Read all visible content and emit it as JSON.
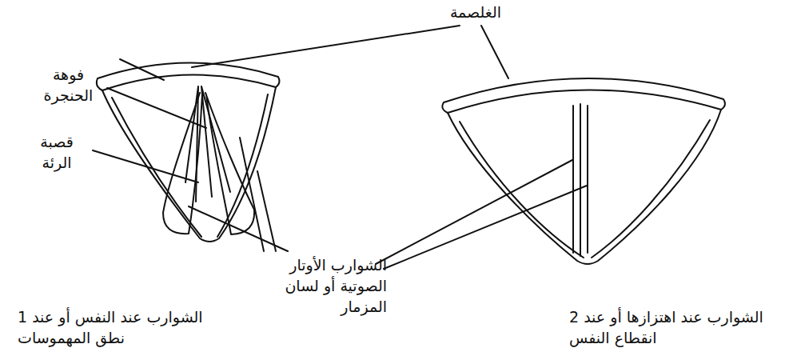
{
  "diagram": {
    "labels": [
      "الغلصمة",
      "فوهة الحنجرة",
      "قصبة الرئة",
      "الشوارب الأوتار الصوتية أو لسان المزمار",
      "1 الشوارب عند النفس أو عند نطق المهموسات",
      "2 الشوارب عند اهتزازها أو عند انقطاع النفس"
    ]
  }
}
